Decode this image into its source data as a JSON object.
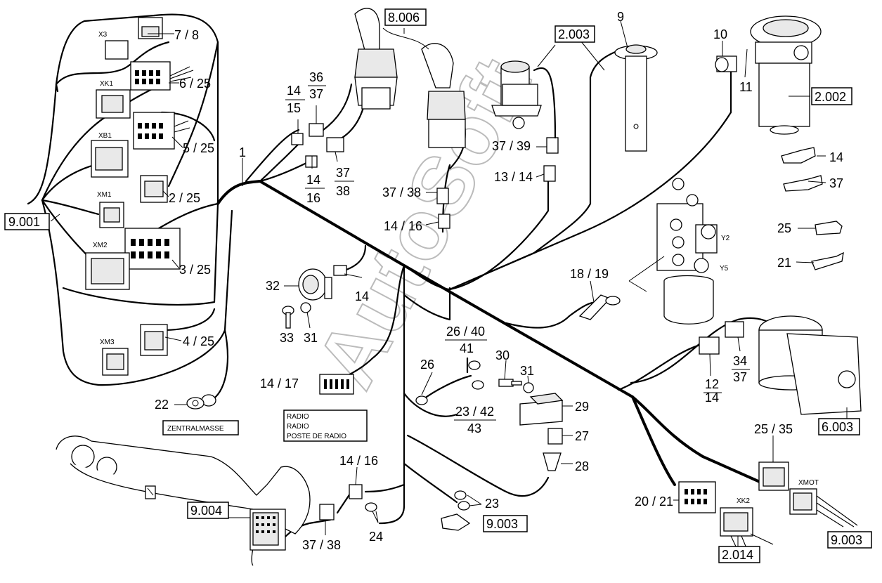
{
  "ref_boxes": {
    "r9001": "9.001",
    "r8006": "8.006",
    "r2003": "2.003",
    "r2002": "2.002",
    "r9004": "9.004",
    "r9003a": "9.003",
    "r6003": "6.003",
    "r9003b": "9.003",
    "r2014": "2.014"
  },
  "callouts": {
    "c78": "7 / 8",
    "c625": "6 / 25",
    "c525": "5 / 25",
    "c225": "2 / 25",
    "c325": "3 / 25",
    "c425": "4 / 25",
    "c1": "1",
    "c22": "22",
    "c1415a_n": "14",
    "c1415a_d": "15",
    "c3637_n": "36",
    "c3637_d": "37",
    "c1416a_n": "14",
    "c1416a_d": "16",
    "c3738a_n": "37",
    "c3738a_d": "38",
    "c3738b": "37 / 38",
    "c1416b": "14 / 16",
    "c9": "9",
    "c3739": "37 / 39",
    "c1314": "13 / 14",
    "c10": "10",
    "c11": "11",
    "c14a": "14",
    "c37a": "37",
    "c25": "25",
    "c21": "21",
    "c32": "32",
    "c14b": "14",
    "c33": "33",
    "c31a": "31",
    "c1417": "14 / 17",
    "c1819": "18 / 19",
    "c2640_n": "26 / 40",
    "c2640_d": "41",
    "c26": "26",
    "c2342_n": "23 / 42",
    "c2342_d": "43",
    "c30": "30",
    "c31b": "31",
    "c29": "29",
    "c27": "27",
    "c28": "28",
    "c1416c": "14 / 16",
    "c24": "24",
    "c23": "23",
    "c3738c": "37 / 38",
    "c1214_n": "12",
    "c1214_d": "14",
    "c3437_n": "34",
    "c3437_d": "37",
    "c2535": "25 / 35",
    "c2021": "20 / 21"
  },
  "small_labels": {
    "x3": "X3",
    "xk1": "XK1",
    "xb1": "XB1",
    "xm1": "XM1",
    "xm2": "XM2",
    "xm3": "XM3",
    "y2": "Y2",
    "y5": "Y5",
    "xk2": "XK2",
    "xmot": "XMOT"
  },
  "zentralmasse": "ZENTRALMASSE",
  "radio_box": {
    "line1": "RADIO",
    "line2": "RADIO",
    "line3": "POSTE DE RADIO"
  },
  "watermark": "AutoSoft"
}
